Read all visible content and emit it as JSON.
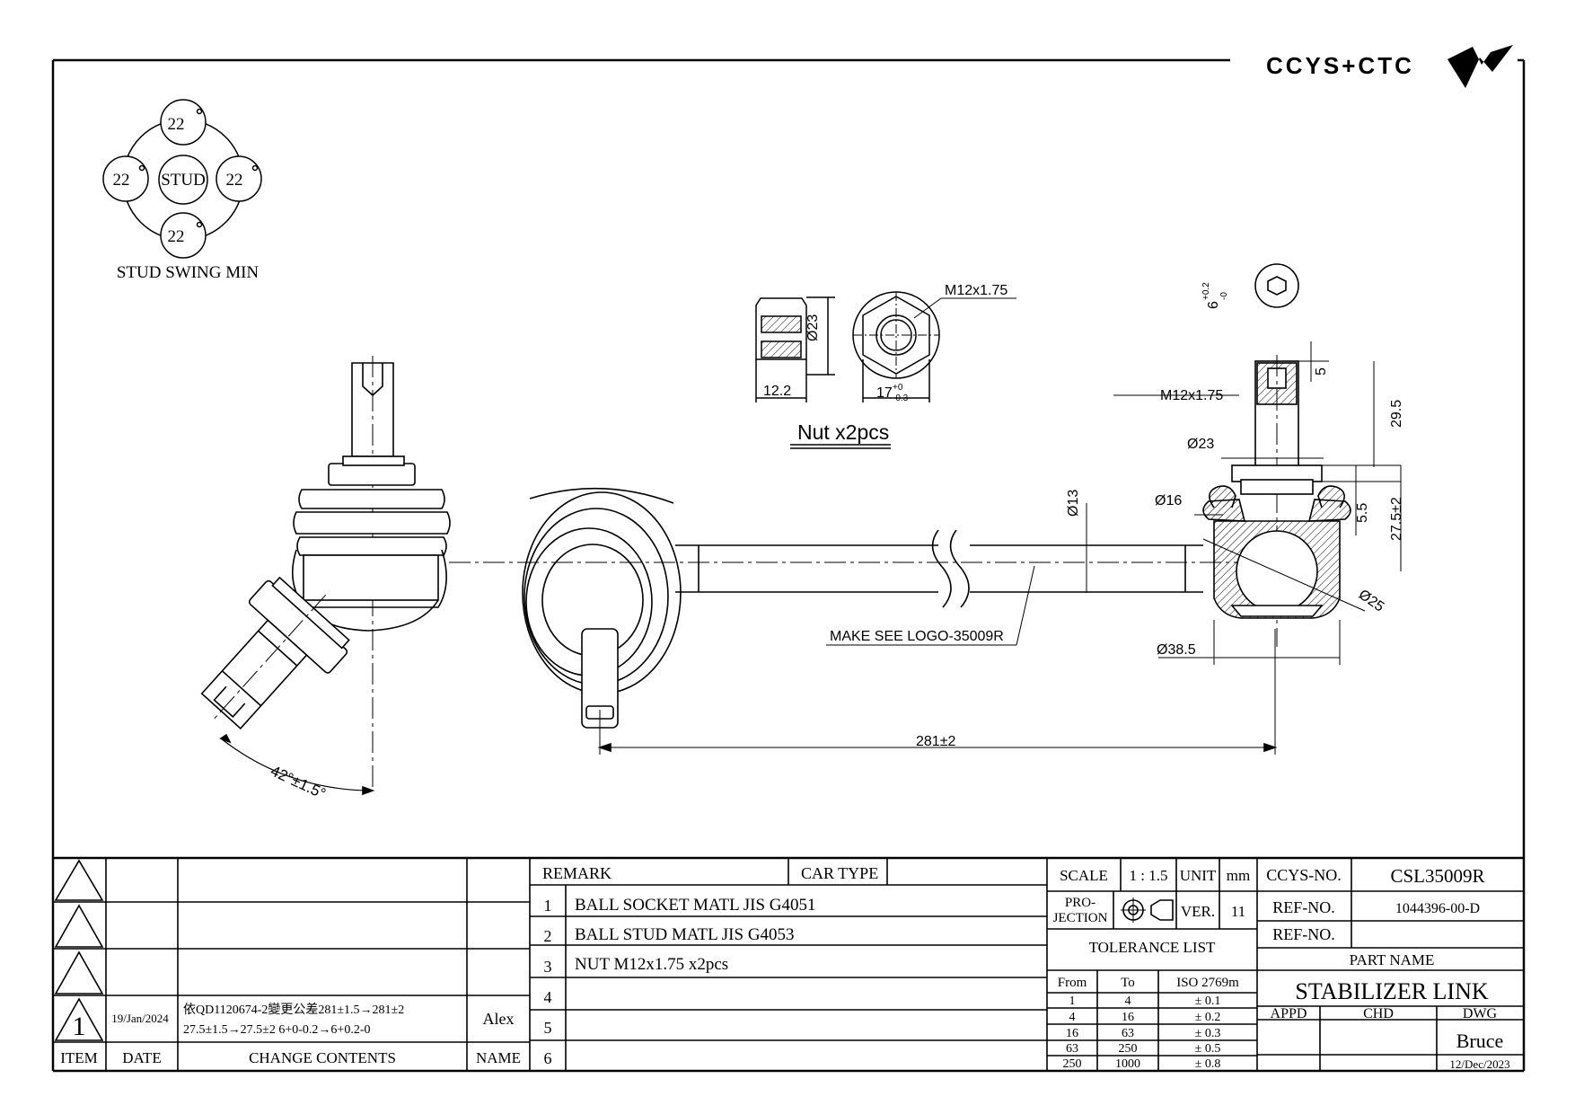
{
  "brand": {
    "logo_text": "CCYS+CTC"
  },
  "stud_swing": {
    "center_label": "STUD",
    "angles": [
      "22",
      "22",
      "22",
      "22"
    ],
    "caption": "STUD SWING MIN"
  },
  "nut": {
    "thread": "M12x1.75",
    "diameter": "Ø23",
    "height": "12.2",
    "width_main": "17",
    "width_plus": "+0",
    "width_minus": "-0.3",
    "caption": "Nut x2pcs"
  },
  "dims": {
    "thread": "M12x1.75",
    "hex_depth": "6",
    "hex_plus": "+0.2",
    "hex_minus": "-0",
    "d5": "5",
    "d29_5": "29.5",
    "d23": "Ø23",
    "d16": "Ø16",
    "d13": "Ø13",
    "d5_5": "5.5",
    "d27_5": "27.5±2",
    "d25": "Ø25",
    "d38_5": "Ø38.5",
    "length": "281±2",
    "angle": "42°±1.5°",
    "logo_note": "MAKE SEE LOGO-35009R"
  },
  "revisions": {
    "rows": [
      {
        "item": "",
        "date": "",
        "contents": [],
        "name": ""
      },
      {
        "item": "",
        "date": "",
        "contents": [],
        "name": ""
      },
      {
        "item": "",
        "date": "",
        "contents": [],
        "name": ""
      },
      {
        "item": "1",
        "date": "19/Jan/2024",
        "contents": [
          "依QD1120674-2變更公差281±1.5→281±2",
          "27.5±1.5→27.5±2  6+0-0.2→6+0.2-0"
        ],
        "name": "Alex"
      }
    ],
    "headers": {
      "item": "ITEM",
      "date": "DATE",
      "contents": "CHANGE CONTENTS",
      "name": "NAME"
    }
  },
  "remarks": {
    "header": "REMARK",
    "car_type": "CAR TYPE",
    "items": [
      {
        "no": "1",
        "text": "BALL SOCKET MATL JIS G4051"
      },
      {
        "no": "2",
        "text": "BALL STUD MATL JIS G4053"
      },
      {
        "no": "3",
        "text": "NUT M12x1.75 x2pcs"
      },
      {
        "no": "4",
        "text": ""
      },
      {
        "no": "5",
        "text": ""
      },
      {
        "no": "6",
        "text": ""
      }
    ]
  },
  "specs": {
    "scale_label": "SCALE",
    "scale": "1 : 1.5",
    "unit_label": "UNIT",
    "unit": "mm",
    "projection_label": [
      "PRO-",
      "JECTION"
    ],
    "ver_label": "VER.",
    "ver": "11",
    "tolerance_title": "TOLERANCE LIST",
    "tolerance_headers": [
      "From",
      "To",
      "ISO 2769m"
    ],
    "tolerances": [
      {
        "from": "1",
        "to": "4",
        "tol": "± 0.1"
      },
      {
        "from": "4",
        "to": "16",
        "tol": "± 0.2"
      },
      {
        "from": "16",
        "to": "63",
        "tol": "± 0.3"
      },
      {
        "from": "63",
        "to": "250",
        "tol": "± 0.5"
      },
      {
        "from": "250",
        "to": "1000",
        "tol": "± 0.8"
      }
    ]
  },
  "title_block": {
    "ccys_label": "CCYS-NO.",
    "ccys_no": "CSL35009R",
    "ref_label": "REF-NO.",
    "ref_no": "1044396-00-D",
    "ref_label2": "REF-NO.",
    "ref_no2": "",
    "part_name_label": "PART NAME",
    "part_name": "STABILIZER LINK",
    "appd": "APPD",
    "chd": "CHD",
    "dwg": "DWG",
    "drawer": "Bruce",
    "date": "12/Dec/2023"
  }
}
